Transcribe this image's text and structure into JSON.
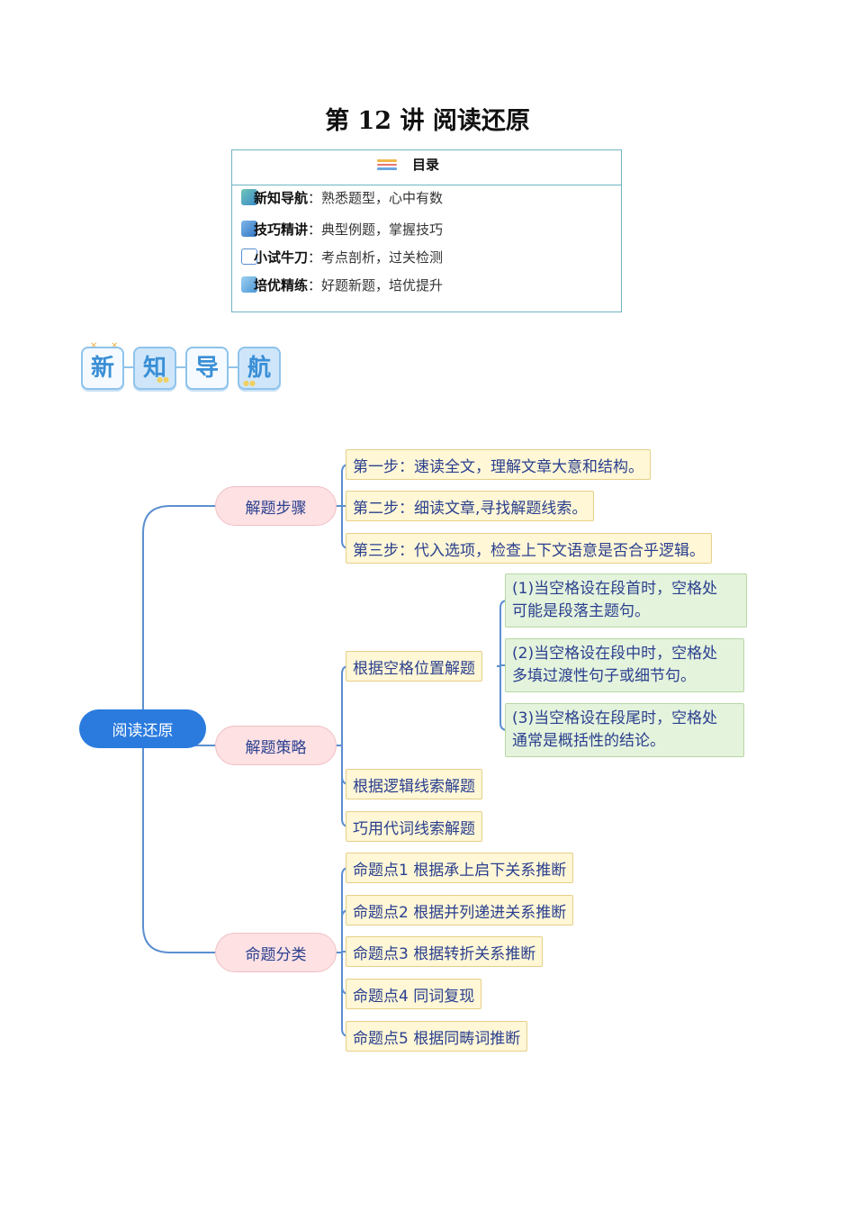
{
  "page": {
    "title": "第 12 讲  阅读还原"
  },
  "toc": {
    "heading": "目录",
    "items": [
      {
        "label": "新知导航",
        "desc": "熟悉题型，心中有数",
        "icon": "map-icon"
      },
      {
        "label": "技巧精讲",
        "desc": "典型例题，掌握技巧",
        "icon": "book-icon"
      },
      {
        "label": "小试牛刀",
        "desc": "考点剖析，过关检测",
        "icon": "quiz-icon"
      },
      {
        "label": "培优精练",
        "desc": "好题新题，培优提升",
        "icon": "open-book-icon"
      }
    ]
  },
  "banner": {
    "chars": [
      "新",
      "知",
      "导",
      "航"
    ]
  },
  "mindmap": {
    "root": "阅读还原",
    "branches": [
      {
        "label": "解题步骤",
        "children": [
          "第一步：速读全文，理解文章大意和结构。",
          "第二步：细读文章,寻找解题线索。",
          "第三步：代入选项，检查上下文语意是否合乎逻辑。"
        ]
      },
      {
        "label": "解题策略",
        "children": [
          {
            "label": "根据空格位置解题",
            "children": [
              [
                "(1)当空格设在段首时，空格处",
                "可能是段落主题句。"
              ],
              [
                "(2)当空格设在段中时，空格处",
                "多填过渡性句子或细节句。"
              ],
              [
                "(3)当空格设在段尾时，空格处",
                "通常是概括性的结论。"
              ]
            ]
          },
          {
            "label": "根据逻辑线索解题"
          },
          {
            "label": "巧用代词线索解题"
          }
        ]
      },
      {
        "label": "命题分类",
        "children": [
          "命题点1  根据承上启下关系推断",
          "命题点2  根据并列递进关系推断",
          "命题点3  根据转折关系推断",
          "命题点4  同词复现",
          "命题点5  根据同畴词推断"
        ]
      }
    ]
  },
  "colors": {
    "root": "#2b7bde",
    "branch_fill": "#fde1e3",
    "leaf_fill": "#fff7d6",
    "detail_fill": "#e4f3dc",
    "connector": "#5b8fd0"
  }
}
